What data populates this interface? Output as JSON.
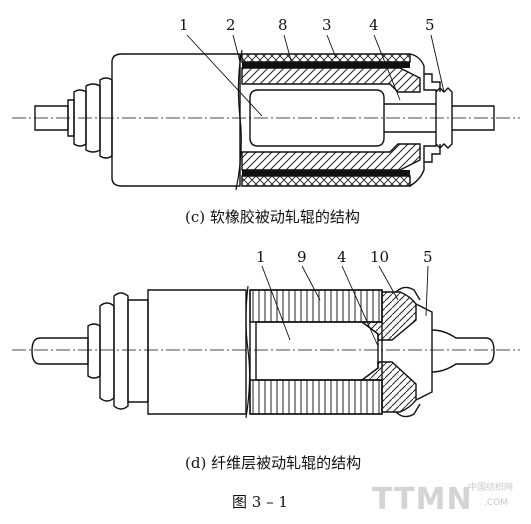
{
  "diagram_c": {
    "labels": [
      "1",
      "2",
      "8",
      "3",
      "4",
      "5"
    ],
    "caption": "(c) 软橡胶被动轧辊的结构"
  },
  "diagram_d": {
    "labels": [
      "1",
      "9",
      "4",
      "10",
      "5"
    ],
    "caption": "(d) 纤维层被动轧辊的结构"
  },
  "figure_label": "图 3 – 1",
  "watermark": {
    "main": "TTMN",
    "sub_top": "中国纺织网",
    "sub_bottom": ".COM"
  }
}
